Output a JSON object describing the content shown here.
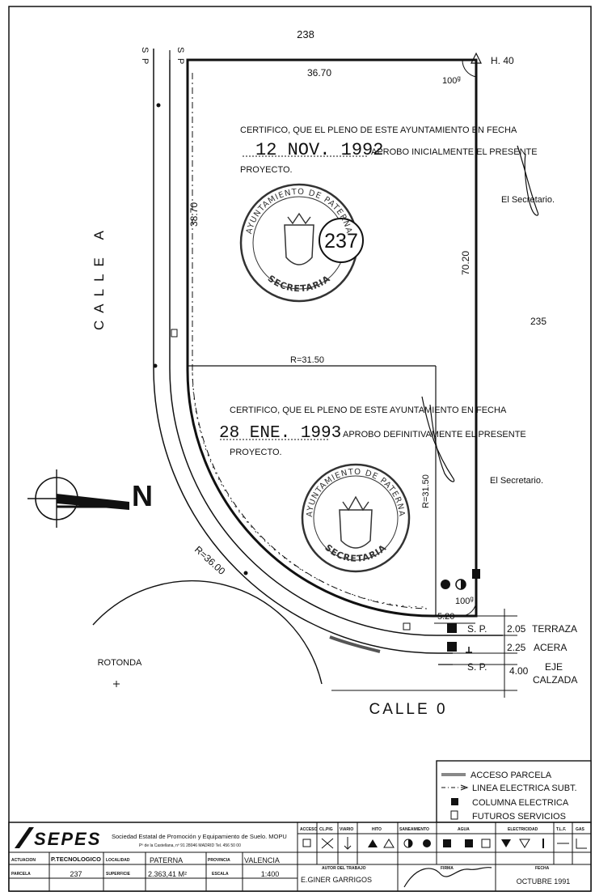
{
  "dims": {
    "top": "238",
    "top_frontage": "36.70",
    "corner_angle_top": "100",
    "corner_angle_top_sup": "g",
    "h_label": "H. 40",
    "left_depth": "38.70",
    "right_depth": "70.20",
    "r_inner_h": "R=31.50",
    "r_inner_v": "R=31.50",
    "r_outer": "R=36.00",
    "bottom_small": "5.20",
    "corner_angle_bottom": "100",
    "corner_angle_bottom_sup": "g"
  },
  "labels": {
    "calle_a": "CALLE A",
    "calle_0": "CALLE 0",
    "rotonda": "ROTONDA",
    "parcel_id": "237",
    "neighbor_right": "235",
    "north": "N",
    "sp": "S. P.",
    "sp_top_1": "S",
    "sp_top_2": "P"
  },
  "section": {
    "terraza_w": "2.05",
    "terraza": "TERRAZA",
    "acera_w": "2.25",
    "acera": "ACERA",
    "calzada_w": "4.00",
    "eje": "EJE",
    "calzada": "CALZADA"
  },
  "cert1": {
    "line1": "CERTIFICO, QUE EL PLENO DE ESTE AYUNTAMIENTO EN FECHA",
    "date": "12 NOV. 1992",
    "line2": "APROBO INICIALMENTE EL PRESENTE",
    "line3": "PROYECTO.",
    "signer": "El Secretario."
  },
  "cert2": {
    "line1": "CERTIFICO, QUE EL PLENO DE ESTE AYUNTAMIENTO EN FECHA",
    "date": "28 ENE. 1993",
    "line2": "APROBO DEFINITIVAMENTE EL PRESENTE",
    "line3": "PROYECTO.",
    "signer": "El Secretario."
  },
  "stamp1": {
    "top": "AYUNTAMIENTO DE PATERNA",
    "bottom": "SECRETARIA"
  },
  "stamp2": {
    "top": "AYUNTAMIENTO DE PATERNA",
    "bottom": "SECRETARIA"
  },
  "legend": {
    "acceso": "ACCESO PARCELA",
    "linea": "LINEA ELECTRICA SUBT.",
    "columna": "COLUMNA ELECTRICA",
    "futuros": "FUTUROS SERVICIOS"
  },
  "titleblock": {
    "logo": "SEPES",
    "company": "Sociedad Estatal de Promoción y Equipamiento de Suelo. MOPU",
    "address": "Pº de la Castellana, nº 91 28046 MADRID Tel. 456 50 00",
    "actuacion_label": "ACTUACION",
    "actuacion_value": "P.TECNOLOGICO",
    "parcela_label": "PARCELA",
    "parcela_value": "237",
    "localidad_label": "LOCALIDAD",
    "localidad_value": "PATERNA",
    "superficie_label": "SUPERFICIE",
    "superficie_value": "2.363,41 M²",
    "provincia_label": "PROVINCIA",
    "provincia_value": "VALENCIA",
    "escala_label": "ESCALA",
    "escala_value": "1:400",
    "autor_label": "AUTOR DEL TRABAJO",
    "autor_value": "E.GINER GARRIGOS",
    "firma_label": "FIRMA",
    "fecha_label": "FECHA",
    "fecha_value": "OCTUBRE 1991",
    "h_acceso": "ACCESO",
    "h_cl_pig": "CL.PIG",
    "h_viario": "VIARIO",
    "h_gas_hito": "HITO",
    "h_saneamiento": "SANEAMIENTO",
    "h_agua": "AGUA",
    "h_electricidad": "ELECTRICIDAD",
    "h_tlf": "T.L.F.",
    "h_gas": "GAS"
  }
}
